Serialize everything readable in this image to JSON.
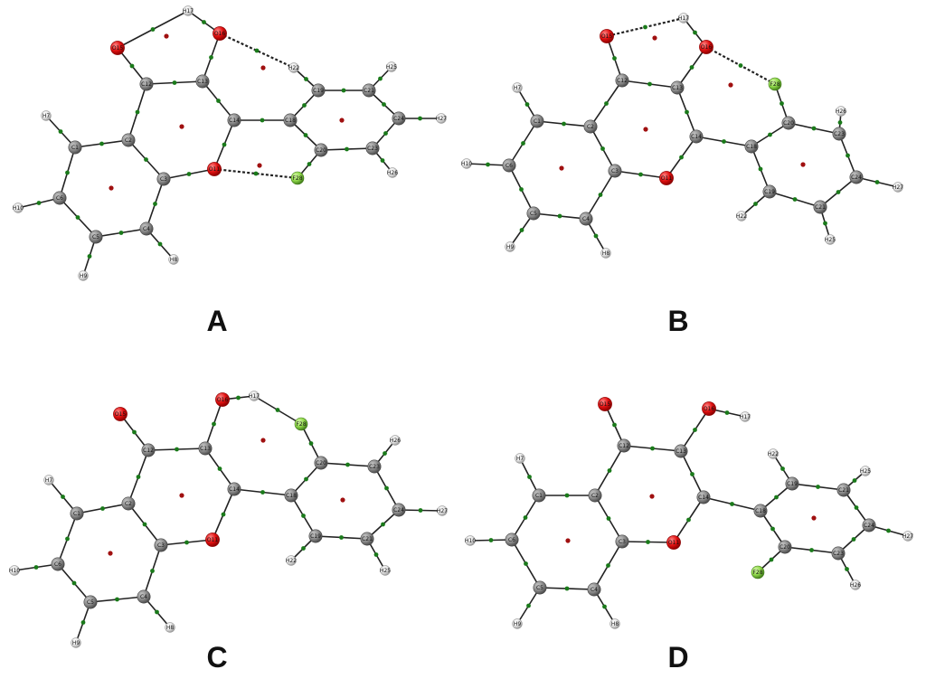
{
  "panels": [
    {
      "label": "A",
      "atoms": [
        {
          "id": "H17",
          "el": "H"
        },
        {
          "id": "O15",
          "el": "O"
        },
        {
          "id": "O16",
          "el": "O"
        },
        {
          "id": "H22",
          "el": "H"
        },
        {
          "id": "H25",
          "el": "H"
        },
        {
          "id": "C12",
          "el": "C"
        },
        {
          "id": "C13",
          "el": "C"
        },
        {
          "id": "C19",
          "el": "C"
        },
        {
          "id": "C21",
          "el": "C"
        },
        {
          "id": "H7",
          "el": "H"
        },
        {
          "id": "C14",
          "el": "C"
        },
        {
          "id": "C18",
          "el": "C"
        },
        {
          "id": "C24",
          "el": "C"
        },
        {
          "id": "H27",
          "el": "H"
        },
        {
          "id": "C1",
          "el": "C"
        },
        {
          "id": "C2",
          "el": "C"
        },
        {
          "id": "C20",
          "el": "C"
        },
        {
          "id": "C23",
          "el": "C"
        },
        {
          "id": "C3",
          "el": "C"
        },
        {
          "id": "O11",
          "el": "O"
        },
        {
          "id": "H26",
          "el": "H"
        },
        {
          "id": "F28",
          "el": "F"
        },
        {
          "id": "H10",
          "el": "H"
        },
        {
          "id": "C6",
          "el": "C"
        },
        {
          "id": "C5",
          "el": "C"
        },
        {
          "id": "C4",
          "el": "C"
        },
        {
          "id": "H8",
          "el": "H"
        },
        {
          "id": "H9",
          "el": "H"
        }
      ],
      "bonds": [
        [
          "O15",
          "C12"
        ],
        [
          "O16",
          "C13"
        ],
        [
          "C12",
          "C13"
        ],
        [
          "C12",
          "C2"
        ],
        [
          "C13",
          "C14"
        ],
        [
          "C14",
          "O11"
        ],
        [
          "O11",
          "C3"
        ],
        [
          "C2",
          "C3"
        ],
        [
          "C2",
          "C1"
        ],
        [
          "C1",
          "C6"
        ],
        [
          "C6",
          "C5"
        ],
        [
          "C5",
          "C4"
        ],
        [
          "C4",
          "C3"
        ],
        [
          "C14",
          "C18"
        ],
        [
          "C18",
          "C19"
        ],
        [
          "C19",
          "C21"
        ],
        [
          "C21",
          "C24"
        ],
        [
          "C24",
          "C23"
        ],
        [
          "C23",
          "C20"
        ],
        [
          "C20",
          "C18"
        ],
        [
          "C1",
          "H7"
        ],
        [
          "C6",
          "H10"
        ],
        [
          "C5",
          "H9"
        ],
        [
          "C4",
          "H8"
        ],
        [
          "C19",
          "H22"
        ],
        [
          "C21",
          "H25"
        ],
        [
          "C24",
          "H27"
        ],
        [
          "C23",
          "H26"
        ],
        [
          "C20",
          "F28"
        ],
        [
          "O16",
          "H17"
        ],
        [
          "H17",
          "O15"
        ]
      ],
      "hbonds": [
        [
          "O16",
          "H22"
        ],
        [
          "O11",
          "F28"
        ]
      ]
    },
    {
      "label": "B",
      "atoms": [
        {
          "id": "H17",
          "el": "H"
        },
        {
          "id": "O15",
          "el": "O"
        },
        {
          "id": "O16",
          "el": "O"
        },
        {
          "id": "C12",
          "el": "C"
        },
        {
          "id": "C13",
          "el": "C"
        },
        {
          "id": "F28",
          "el": "F"
        },
        {
          "id": "H7",
          "el": "H"
        },
        {
          "id": "C1",
          "el": "C"
        },
        {
          "id": "C2",
          "el": "C"
        },
        {
          "id": "C20",
          "el": "C"
        },
        {
          "id": "H26",
          "el": "H"
        },
        {
          "id": "C23",
          "el": "C"
        },
        {
          "id": "C14",
          "el": "C"
        },
        {
          "id": "C18",
          "el": "C"
        },
        {
          "id": "H10",
          "el": "H"
        },
        {
          "id": "C6",
          "el": "C"
        },
        {
          "id": "C3",
          "el": "C"
        },
        {
          "id": "O11",
          "el": "O"
        },
        {
          "id": "C24",
          "el": "C"
        },
        {
          "id": "H27",
          "el": "H"
        },
        {
          "id": "C19",
          "el": "C"
        },
        {
          "id": "C21",
          "el": "C"
        },
        {
          "id": "C5",
          "el": "C"
        },
        {
          "id": "C4",
          "el": "C"
        },
        {
          "id": "H22",
          "el": "H"
        },
        {
          "id": "H25",
          "el": "H"
        },
        {
          "id": "H9",
          "el": "H"
        },
        {
          "id": "H8",
          "el": "H"
        }
      ],
      "bonds": [
        [
          "O15",
          "C12"
        ],
        [
          "O16",
          "C13"
        ],
        [
          "C12",
          "C13"
        ],
        [
          "C12",
          "C2"
        ],
        [
          "C13",
          "C14"
        ],
        [
          "C14",
          "O11"
        ],
        [
          "O11",
          "C3"
        ],
        [
          "C2",
          "C3"
        ],
        [
          "C2",
          "C1"
        ],
        [
          "C1",
          "C6"
        ],
        [
          "C6",
          "C5"
        ],
        [
          "C5",
          "C4"
        ],
        [
          "C4",
          "C3"
        ],
        [
          "C14",
          "C18"
        ],
        [
          "C18",
          "C20"
        ],
        [
          "C20",
          "C23"
        ],
        [
          "C23",
          "C24"
        ],
        [
          "C24",
          "C21"
        ],
        [
          "C21",
          "C19"
        ],
        [
          "C19",
          "C18"
        ],
        [
          "C1",
          "H7"
        ],
        [
          "C6",
          "H10"
        ],
        [
          "C5",
          "H9"
        ],
        [
          "C4",
          "H8"
        ],
        [
          "C19",
          "H22"
        ],
        [
          "C21",
          "H25"
        ],
        [
          "C24",
          "H27"
        ],
        [
          "C23",
          "H26"
        ],
        [
          "C20",
          "F28"
        ],
        [
          "O16",
          "H17"
        ]
      ],
      "hbonds": [
        [
          "H17",
          "O15"
        ],
        [
          "O16",
          "F28"
        ]
      ]
    },
    {
      "label": "C",
      "atoms": [
        {
          "id": "O16",
          "el": "O"
        },
        {
          "id": "H17",
          "el": "H"
        },
        {
          "id": "O15",
          "el": "O"
        },
        {
          "id": "F28",
          "el": "F"
        },
        {
          "id": "H26",
          "el": "H"
        },
        {
          "id": "C12",
          "el": "C"
        },
        {
          "id": "C13",
          "el": "C"
        },
        {
          "id": "C20",
          "el": "C"
        },
        {
          "id": "C23",
          "el": "C"
        },
        {
          "id": "H7",
          "el": "H"
        },
        {
          "id": "C14",
          "el": "C"
        },
        {
          "id": "C18",
          "el": "C"
        },
        {
          "id": "C2",
          "el": "C"
        },
        {
          "id": "C1",
          "el": "C"
        },
        {
          "id": "C24",
          "el": "C"
        },
        {
          "id": "H27",
          "el": "H"
        },
        {
          "id": "C3",
          "el": "C"
        },
        {
          "id": "O11",
          "el": "O"
        },
        {
          "id": "C19",
          "el": "C"
        },
        {
          "id": "C21",
          "el": "C"
        },
        {
          "id": "H22",
          "el": "H"
        },
        {
          "id": "H10",
          "el": "H"
        },
        {
          "id": "C6",
          "el": "C"
        },
        {
          "id": "H25",
          "el": "H"
        },
        {
          "id": "C5",
          "el": "C"
        },
        {
          "id": "C4",
          "el": "C"
        },
        {
          "id": "H8",
          "el": "H"
        },
        {
          "id": "H9",
          "el": "H"
        }
      ],
      "bonds": [
        [
          "O15",
          "C12"
        ],
        [
          "O16",
          "C13"
        ],
        [
          "C12",
          "C13"
        ],
        [
          "C12",
          "C2"
        ],
        [
          "C13",
          "C14"
        ],
        [
          "C14",
          "O11"
        ],
        [
          "O11",
          "C3"
        ],
        [
          "C2",
          "C3"
        ],
        [
          "C2",
          "C1"
        ],
        [
          "C1",
          "C6"
        ],
        [
          "C6",
          "C5"
        ],
        [
          "C5",
          "C4"
        ],
        [
          "C4",
          "C3"
        ],
        [
          "C14",
          "C18"
        ],
        [
          "C18",
          "C20"
        ],
        [
          "C20",
          "C23"
        ],
        [
          "C23",
          "C24"
        ],
        [
          "C24",
          "C21"
        ],
        [
          "C21",
          "C19"
        ],
        [
          "C19",
          "C18"
        ],
        [
          "C1",
          "H7"
        ],
        [
          "C6",
          "H10"
        ],
        [
          "C5",
          "H9"
        ],
        [
          "C4",
          "H8"
        ],
        [
          "C19",
          "H22"
        ],
        [
          "C21",
          "H25"
        ],
        [
          "C24",
          "H27"
        ],
        [
          "C23",
          "H26"
        ],
        [
          "C20",
          "F28"
        ],
        [
          "O16",
          "H17"
        ],
        [
          "H17",
          "F28"
        ]
      ],
      "hbonds": []
    },
    {
      "label": "D",
      "atoms": [
        {
          "id": "O15",
          "el": "O"
        },
        {
          "id": "O16",
          "el": "O"
        },
        {
          "id": "H17",
          "el": "H"
        },
        {
          "id": "C12",
          "el": "C"
        },
        {
          "id": "C13",
          "el": "C"
        },
        {
          "id": "H7",
          "el": "H"
        },
        {
          "id": "H22",
          "el": "H"
        },
        {
          "id": "H25",
          "el": "H"
        },
        {
          "id": "C1",
          "el": "C"
        },
        {
          "id": "C2",
          "el": "C"
        },
        {
          "id": "C14",
          "el": "C"
        },
        {
          "id": "C19",
          "el": "C"
        },
        {
          "id": "C21",
          "el": "C"
        },
        {
          "id": "C18",
          "el": "C"
        },
        {
          "id": "C24",
          "el": "C"
        },
        {
          "id": "H27",
          "el": "H"
        },
        {
          "id": "H10",
          "el": "H"
        },
        {
          "id": "C6",
          "el": "C"
        },
        {
          "id": "C3",
          "el": "C"
        },
        {
          "id": "O11",
          "el": "O"
        },
        {
          "id": "C20",
          "el": "C"
        },
        {
          "id": "C23",
          "el": "C"
        },
        {
          "id": "F28",
          "el": "F"
        },
        {
          "id": "C5",
          "el": "C"
        },
        {
          "id": "C4",
          "el": "C"
        },
        {
          "id": "H26",
          "el": "H"
        },
        {
          "id": "H9",
          "el": "H"
        },
        {
          "id": "H8",
          "el": "H"
        }
      ],
      "bonds": [
        [
          "O15",
          "C12"
        ],
        [
          "O16",
          "C13"
        ],
        [
          "C12",
          "C13"
        ],
        [
          "C12",
          "C2"
        ],
        [
          "C13",
          "C14"
        ],
        [
          "C14",
          "O11"
        ],
        [
          "O11",
          "C3"
        ],
        [
          "C2",
          "C3"
        ],
        [
          "C2",
          "C1"
        ],
        [
          "C1",
          "C6"
        ],
        [
          "C6",
          "C5"
        ],
        [
          "C5",
          "C4"
        ],
        [
          "C4",
          "C3"
        ],
        [
          "C14",
          "C18"
        ],
        [
          "C18",
          "C19"
        ],
        [
          "C19",
          "C21"
        ],
        [
          "C21",
          "C24"
        ],
        [
          "C24",
          "C23"
        ],
        [
          "C23",
          "C20"
        ],
        [
          "C20",
          "C18"
        ],
        [
          "C1",
          "H7"
        ],
        [
          "C6",
          "H10"
        ],
        [
          "C5",
          "H9"
        ],
        [
          "C4",
          "H8"
        ],
        [
          "C19",
          "H22"
        ],
        [
          "C21",
          "H25"
        ],
        [
          "C24",
          "H27"
        ],
        [
          "C23",
          "H26"
        ],
        [
          "C20",
          "F28"
        ],
        [
          "O16",
          "H17"
        ]
      ],
      "hbonds": []
    }
  ],
  "colors": {
    "C": "#8c8c8c",
    "O": "#e01010",
    "H": "#e6e6e6",
    "F": "#8fd84a",
    "bond": "#222222",
    "bcp": "#1a7a1a",
    "rcp": "#a01010",
    "label": "#111111"
  }
}
